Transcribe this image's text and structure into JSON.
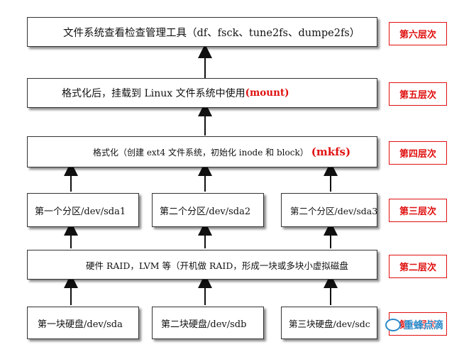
{
  "boxes": {
    "tools": "文件系统查看检查管理工具（df、fsck、tune2fs、dumpe2fs）",
    "mount_text": "格式化后，挂载到 Linux 文件系统中使用",
    "mount_cmd": "(mount)",
    "format_text": "格式化（创建 ext4 文件系统，初始化 inode 和 block）",
    "format_cmd": "(mkfs)",
    "partition_1": "第一个分区/dev/sda1",
    "partition_2": "第二个分区/dev/sda2",
    "partition_3": "第二个分区/dev/sda3",
    "raid_lvm": "硬件 RAID，LVM 等（开机做 RAID，形成一块或多块小虚拟磁盘",
    "disk_1": "第一块硬盘/dev/sda",
    "disk_2": "第二块硬盘/dev/sdb",
    "disk_3": "第三块硬盘/dev/sdc"
  },
  "layers": {
    "layer_6": "第六层次",
    "layer_5": "第五层次",
    "layer_4": "第四层次",
    "layer_3": "第三层次",
    "layer_2": "第二层次",
    "layer_1": "第一层次"
  },
  "watermark": "重蜂点滴",
  "colors": {
    "highlight": "#e01010",
    "border": "#333333"
  }
}
